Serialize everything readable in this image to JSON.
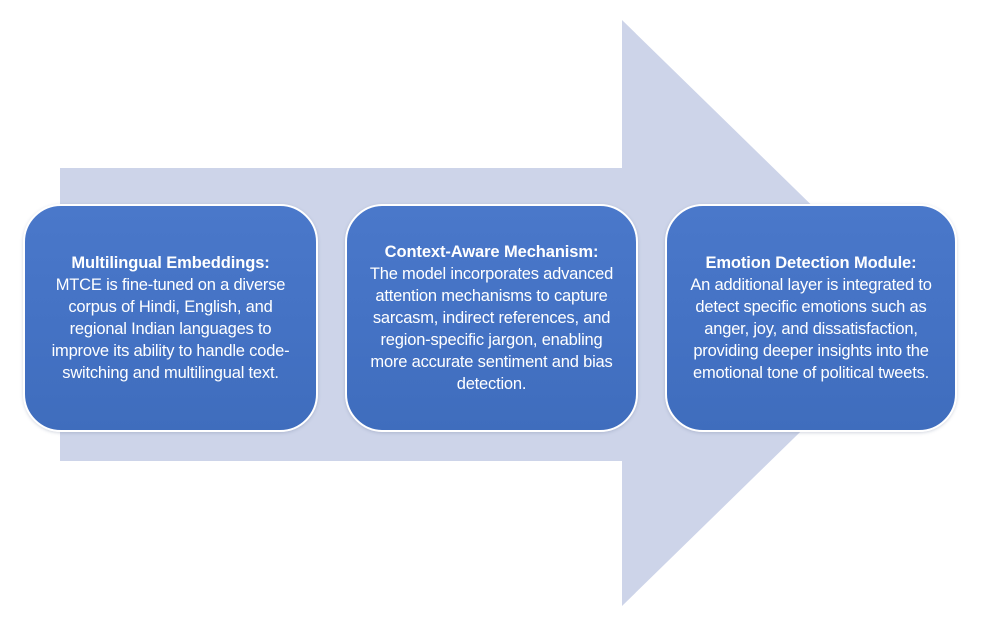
{
  "diagram": {
    "type": "process-arrow",
    "direction": "right",
    "colors": {
      "arrow_fill": "#CDD4E9",
      "box_fill": "#4472C4",
      "box_border": "#FFFFFF",
      "text": "#FFFFFF",
      "background": "#FFFFFF"
    },
    "steps": [
      {
        "title": "Multilingual Embeddings:",
        "body": "MTCE is fine-tuned on a diverse corpus of Hindi, English, and regional Indian languages to improve its ability to handle code-switching and multilingual text."
      },
      {
        "title": "Context-Aware Mechanism:",
        "body": "The model incorporates advanced attention mechanisms to capture sarcasm, indirect references, and region-specific jargon, enabling more accurate sentiment and bias detection."
      },
      {
        "title": "Emotion Detection Module:",
        "body": "An additional layer is integrated to detect specific emotions such as anger, joy, and dissatisfaction, providing deeper insights into the emotional tone of political tweets."
      }
    ]
  }
}
